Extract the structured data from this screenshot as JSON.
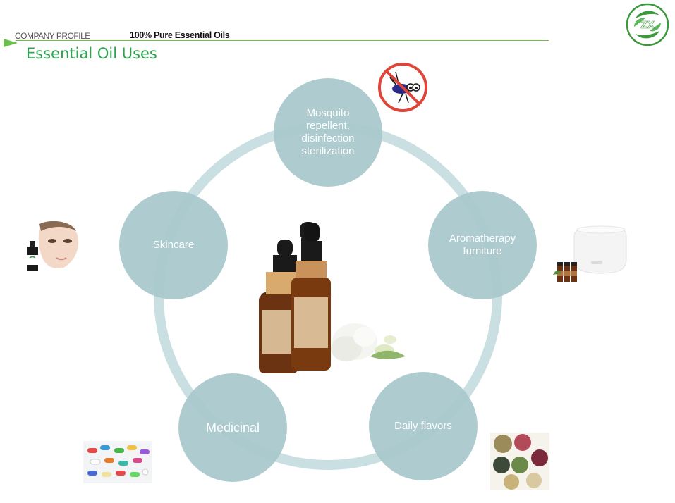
{
  "header": {
    "section_label": "COMPANY PROFILE",
    "tagline": "100% Pure Essential Oils",
    "accent_color": "#6abf4b"
  },
  "page_title": "Essential Oil Uses",
  "logo": {
    "text": "ZX",
    "color": "#3a9a3a"
  },
  "ring_color": "#c9dfe1",
  "node_color": "#a8c8cc",
  "nodes": {
    "mosquito": "Mosquito repellent, disinfection sterilization",
    "aromatherapy": "Aromatherapy furniture",
    "daily": "Daily flavors",
    "medicinal": "Medicinal",
    "skincare": "Skincare"
  },
  "icons": {
    "center": "essential-oil-bottles-with-flower",
    "mosquito": "no-mosquito-sign-icon",
    "aromatherapy": "diffuser-with-oil-bottles",
    "daily": "herbs-and-spices-bowls",
    "medicinal": "pills-and-capsules",
    "skincare": "woman-face-with-oil-bottle"
  }
}
